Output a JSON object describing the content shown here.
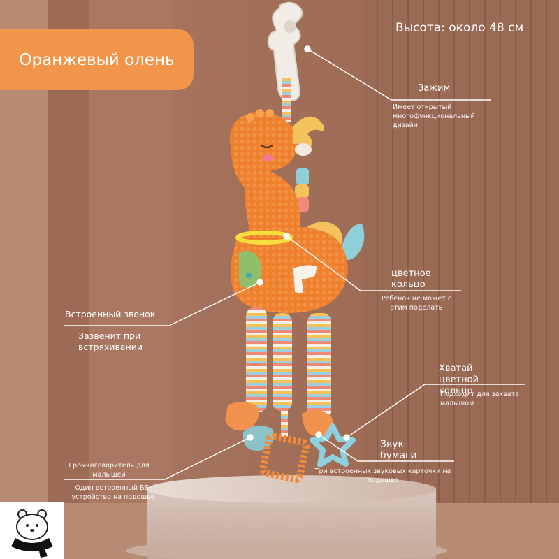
{
  "title_badge": "Оранжевый олень",
  "height": "Высота: около 48 см",
  "callouts": {
    "clip": {
      "title": "Зажим",
      "sub": "Имеет открытый многофункциональный дизайн"
    },
    "ring": {
      "title": "цветное кольцо",
      "sub": "Ребенок не может с этим поделать"
    },
    "bell": {
      "title": "Встроенный звонок",
      "sub": "Зазвенит при встряхивании"
    },
    "grab": {
      "title": "Хватай цветной кольцо",
      "sub": "Подходит для захвата малышом"
    },
    "paper": {
      "title": "Звук бумаги",
      "sub": "Три встроенных звуковых карточки на подошве"
    },
    "speaker": {
      "title": "Громкоговоритель для малышей",
      "sub": "Один встроенный ББ-устройство на подошве"
    }
  },
  "colors": {
    "badge": "#f1954a",
    "background": "#a4735d",
    "toy": "#ee7f2d",
    "text": "#ffffff"
  },
  "icons": [
    "clip-icon",
    "giraffe-toy",
    "star-teether",
    "square-teether",
    "bear-logo-icon"
  ]
}
